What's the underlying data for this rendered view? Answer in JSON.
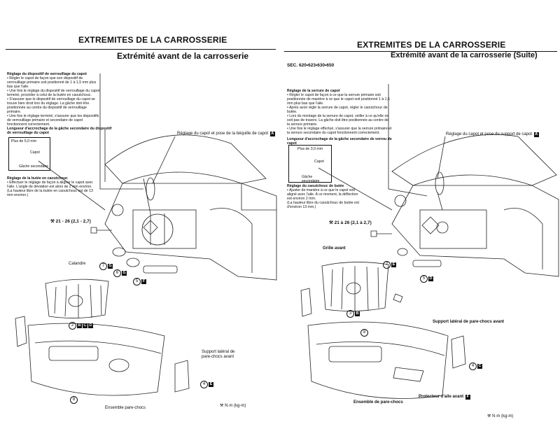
{
  "left": {
    "title": "EXTREMITES DE LA CARROSSERIE",
    "subtitle": "Extrémité avant de la carrosserie",
    "notes": {
      "lock_adjust_heading": "Réglage du dispositif de verrouillage du capot",
      "lock_adjust_lines": [
        "• Régler le capot de façon que son dispositif de verrouillage primaire soit positionné de 1 à 1,5 mm plus bas que l'aile.",
        "• Une fois le réglage du dispositif de verrouillage du capot terminé, procéder à celui de la butée en caoutchouc.",
        "• S'assurer que le dispositif de verrouillage du capot se trouve bien droit lors du réglage. La gâche doit être positionnée au centre du dispositif de verrouillage primaire.",
        "• Une fois le réglage terminé, s'assurer que les dispositifs de verrouillage primaire et secondaire de capot fonctionnent correctement."
      ],
      "hook_heading": "Longueur d'accrochage de la gâche secondaire du dispositif de verrouillage du capot",
      "hook_plus": "Plus de 5,0 mm",
      "hook_label_capot": "Capot",
      "hook_label_gache": "Gâche secondaire",
      "bumper_heading": "Réglage de la butée en caoutchouc",
      "bumper_lines": [
        "• Effectuer le réglage de façon à aligner le capot avec l'aile. L'angle de déviation est alors de 2 mm environ. (La hauteur libre de la butée en caoutchouc est de 13 mm environ.)"
      ]
    },
    "labels": {
      "hood_support": "Réglage du capot et pose de la béquille de capot",
      "hood_support_key": "A",
      "torque": "21 - 26 (2,1 - 2,7)",
      "calandre": "Calandre",
      "support_lateral": "Support latéral de pare-chocs avant",
      "ensemble": "Ensemble pare-chocs",
      "unit": "N·m (kg-m)",
      "c7": "7",
      "c7_key": "G",
      "c6": "6",
      "c6_key": "G",
      "c5": "5",
      "c5_key": "F",
      "c2": "2",
      "c2_keys": [
        "B",
        "C",
        "D"
      ],
      "c4": "4",
      "c4_key": "E",
      "c8": "8"
    }
  },
  "right": {
    "title": "EXTREMITES DE LA CARROSSERIE",
    "subtitle": "Extrémité avant de la carrosserie (Suite)",
    "sec": "SEC. 620•623•630•650",
    "notes": {
      "latch_heading": "Réglage de la serrure de capot",
      "latch_lines": [
        "• Régler le capot de façon à ce que la serrure primaire soit positionnée de manière à ce que le capot soit positionné 1 à 1,5 mm plus bas que l'aile.",
        "• Après avoir réglé la serrure de capot, régler le caoutchouc de butée.",
        "• Lors du montage de la serrure de capot, veiller à ce qu'elle ne soit pas de travers. La gâche doit être positionnée au centre de la serrure primaire.",
        "• Une fois le réglage effectué, s'assurer que la serrure primaire et la serrure secondaire du capot fonctionnent correctement."
      ],
      "hook_heading": "Longueur d'accrochage de la gâche secondaire de verrou de capot",
      "hook_plus": "Plus de 3,0 mm",
      "hook_label_capot": "Capot",
      "hook_label_gache": "Gâche secondaire",
      "bumper_heading": "Réglage du caoutchouc de butée",
      "bumper_lines": [
        "• Ajuster de manière à ce que le capot soit aligné avec l'aile. A ce moment, la déflection est environ 2 mm.",
        "(La hauteur libre du caoutchouc de butée est d'environ 13 mm.)"
      ]
    },
    "labels": {
      "hood_support": "Réglage du capot et pose du support de capot",
      "hood_support_key": "A",
      "torque": "21 à 26 (2,1 à 2,7)",
      "grille": "Grille avant",
      "support_lateral": "Support latéral de pare-chocs avant",
      "ensemble": "Ensemble de pare-chocs",
      "protecteur": "Protecteur d'aile avant",
      "protecteur_key": "F",
      "unit": "N·m (kg-m)",
      "c7": "7",
      "c7_key": "E",
      "c5": "5",
      "c5_key": "D",
      "c3": "3",
      "c3_key": "B",
      "c4": "4",
      "c4_key": "C",
      "c8": "8"
    }
  }
}
